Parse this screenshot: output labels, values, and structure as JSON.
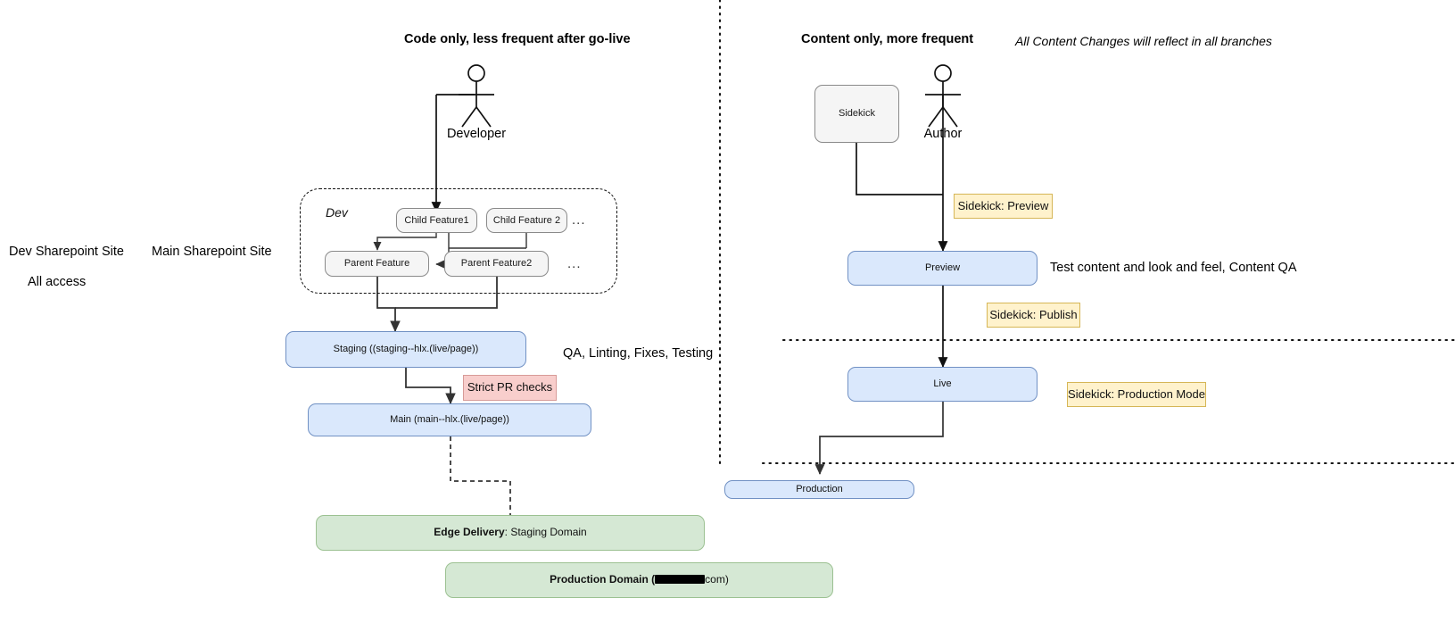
{
  "diagram": {
    "title_left": "Code only, less frequent after go-live",
    "title_right": "Content only, more frequent",
    "note_right": "All Content Changes will reflect in all branches"
  },
  "left_labels": {
    "dev_sharepoint": "Dev Sharepoint Site",
    "main_sharepoint": "Main Sharepoint Site",
    "all_access": "All access"
  },
  "actors": {
    "developer": "Developer",
    "author": "Author",
    "sidekick": "Sidekick"
  },
  "dev_container": {
    "label": "Dev",
    "child_feature_1": "Child Feature1",
    "child_feature_2": "Child Feature 2",
    "parent_feature_1": "Parent Feature",
    "parent_feature_2": "Parent Feature2",
    "ellipsis_top": "...",
    "ellipsis_bottom": "..."
  },
  "branches": {
    "staging": "Staging ((staging--hlx.(live/page))",
    "main": "Main (main--hlx.(live/page))",
    "preview": "Preview",
    "live": "Live",
    "production": "Production"
  },
  "annotations": {
    "qa_linting": "QA, Linting, Fixes, Testing",
    "strict_pr_checks": "Strict PR checks",
    "sidekick_preview": "Sidekick: Preview",
    "sidekick_publish": "Sidekick: Publish",
    "sidekick_production_mode": "Sidekick: Production Mode",
    "test_content": "Test content and look and feel, Content QA"
  },
  "domains": {
    "edge_delivery_bold": "Edge Delivery",
    "edge_delivery_rest": ": Staging Domain",
    "production_bold": "Production",
    "production_mid": " Domain (",
    "production_redacted": "",
    "production_end": "com)"
  },
  "colors": {
    "blue_fill": "#dae8fc",
    "blue_stroke": "#7191c4",
    "green_fill": "#d5e8d4",
    "green_stroke": "#9cc192",
    "yellow_fill": "#fff2cc",
    "yellow_stroke": "#d6b656",
    "red_fill": "#f8cecc",
    "red_stroke": "#d79b98",
    "grey_fill": "#f5f5f5",
    "line": "#333333"
  }
}
